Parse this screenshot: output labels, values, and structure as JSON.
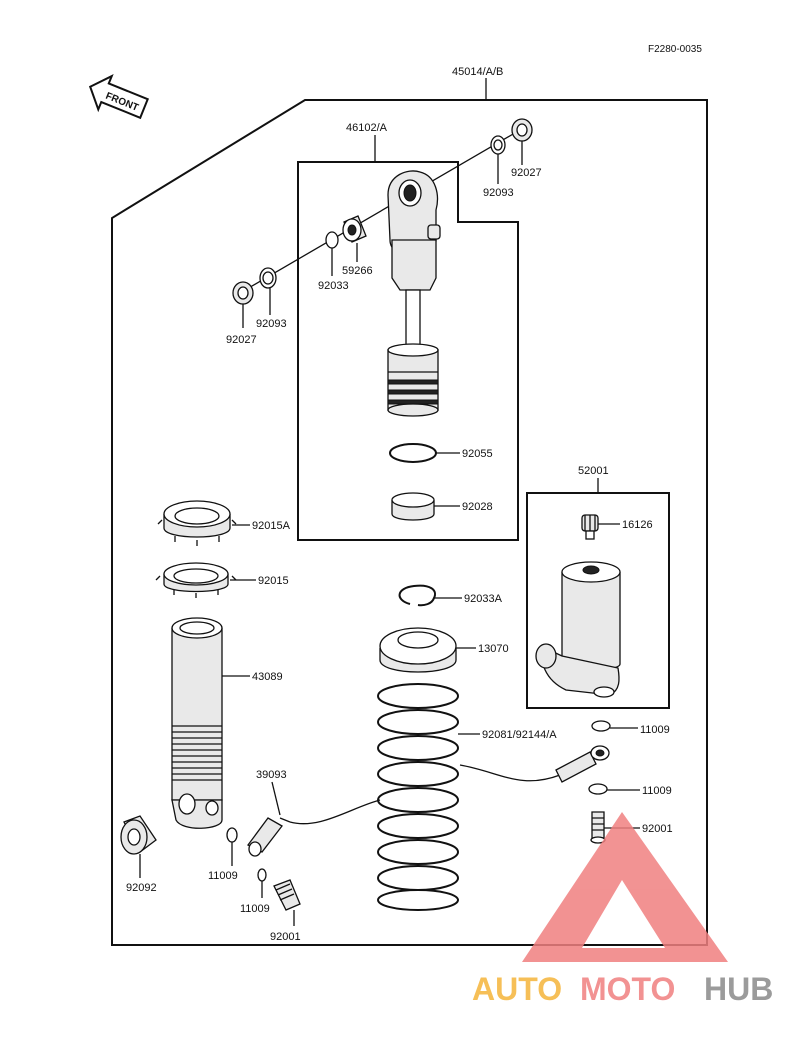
{
  "drawing_code": "F2280-0035",
  "front_label": "FRONT",
  "watermark": {
    "auto": "AUTO",
    "moto": "MOTO",
    "hub": "HUB",
    "colors": {
      "auto": "#f5b53a",
      "moto": "#f08080",
      "hub": "#8a8a8a",
      "triangle": "#f08080"
    }
  },
  "labels": {
    "assembly": "45014/A/B",
    "shock_unit": "46102/A",
    "bush_top_outer": "92027",
    "seal_top": "92093",
    "bush_left_outer": "92027",
    "seal_left": "92093",
    "circlip_upper": "92033",
    "bush_upper": "59266",
    "oring": "92055",
    "spacer": "92028",
    "reservoir_assy": "52001",
    "valve_cap": "16126",
    "nut_upper": "92015A",
    "nut_lower": "92015",
    "body": "43089",
    "circlip_a": "92033A",
    "spring_seat": "13070",
    "spring": "92081/92144/A",
    "gasket_r1": "11009",
    "gasket_r2": "11009",
    "bolt_r": "92001",
    "hose": "39093",
    "bush_bottom": "92092",
    "gasket_l1": "11009",
    "gasket_l2": "11009",
    "bolt_l": "92001"
  }
}
